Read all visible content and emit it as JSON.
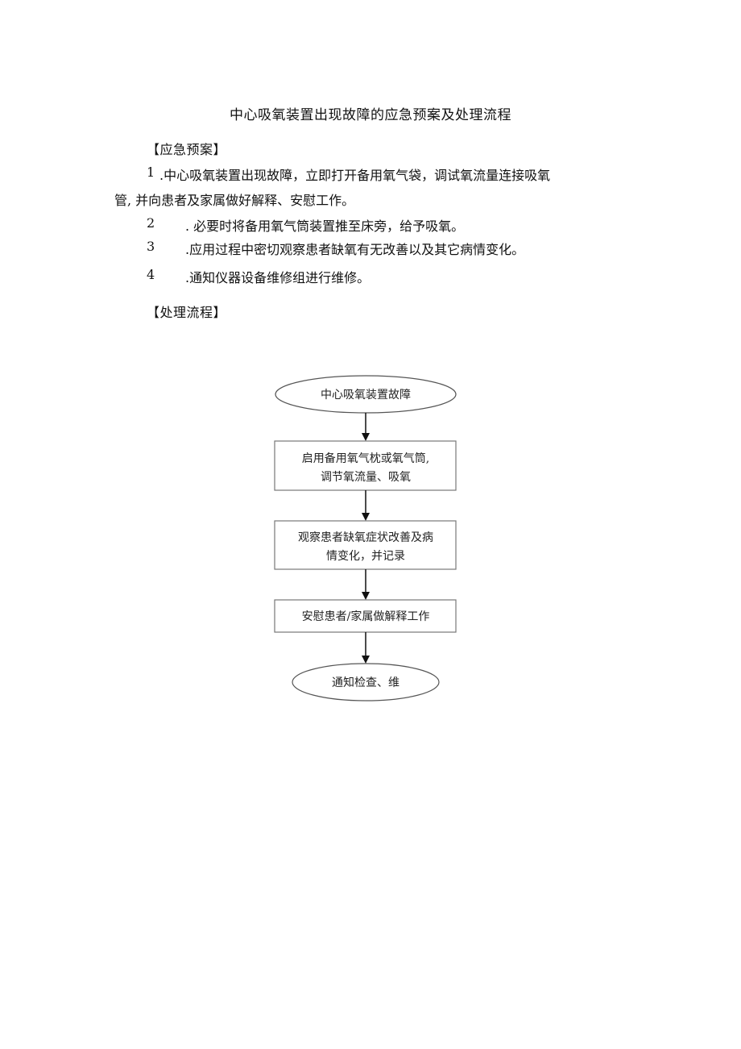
{
  "document": {
    "title": "中心吸氧装置出现故障的应急预案及处理流程",
    "emergency_plan": {
      "heading": "【应急预案】",
      "items": [
        {
          "number": "1",
          "text_line1": ".中心吸氧装置出现故障，立即打开备用氧气袋，调试氧流量连接吸氧",
          "text_line2": "管, 并向患者及家属做好解释、安慰工作。"
        },
        {
          "number": "2",
          "text": ". 必要时将备用氧气筒装置推至床旁，给予吸氧。"
        },
        {
          "number": "3",
          "text": ".应用过程中密切观察患者缺氧有无改善以及其它病情变化。"
        },
        {
          "number": "4",
          "text": ".通知仪器设备维修组进行维修。"
        }
      ]
    },
    "process_flow": {
      "heading": "【处理流程】"
    }
  },
  "flowchart": {
    "nodes": [
      {
        "shape": "ellipse",
        "lines": [
          "中心吸氧装置故障"
        ]
      },
      {
        "shape": "rect",
        "lines": [
          "启用备用氧气枕或氧气筒,",
          "调节氧流量、吸氧"
        ]
      },
      {
        "shape": "rect",
        "lines": [
          "观察患者缺氧症状改善及病",
          "情变化，并记录"
        ]
      },
      {
        "shape": "rect",
        "lines": [
          "安慰患者/家属做解释工作"
        ]
      },
      {
        "shape": "ellipse",
        "lines": [
          "通知检查、维"
        ]
      }
    ]
  }
}
